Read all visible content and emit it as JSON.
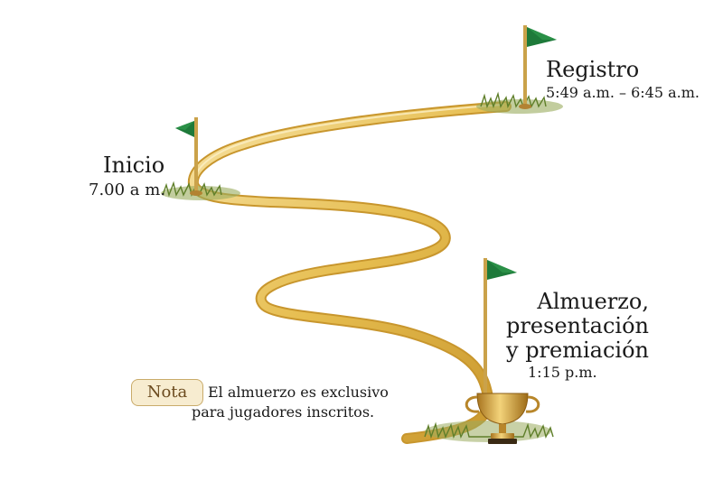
{
  "stops": {
    "registro": {
      "title": "Registro",
      "time": "5:49 a.m. – 6:45 a.m."
    },
    "inicio": {
      "title": "Inicio",
      "time": "7.00 a m."
    },
    "almuerzo": {
      "title_lines": [
        "Almuerzo,",
        "presentación",
        "y premiación"
      ],
      "time": "1:15 p.m."
    }
  },
  "note": {
    "badge": "Nota",
    "lines": [
      "El almuerzo es exclusivo",
      "para jugadores inscritos."
    ]
  },
  "colors": {
    "path_gold": "#e8c35a",
    "path_gold_light": "#f6e1a0",
    "flag_green": "#1e7a3a",
    "grass_green": "#6f8f3a",
    "trophy_gold": "#d8a93a"
  },
  "icons": [
    "flag-icon",
    "trophy-icon",
    "grass-icon"
  ]
}
